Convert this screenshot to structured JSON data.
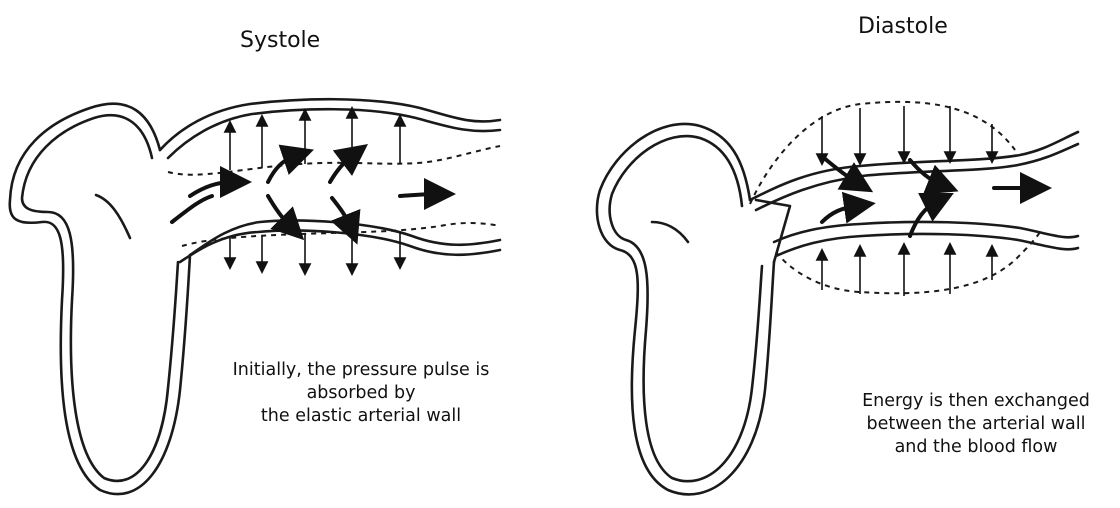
{
  "left": {
    "title": "Systole",
    "caption": [
      "Initially, the pressure pulse is",
      "absorbed by",
      "the elastic arterial wall"
    ]
  },
  "right": {
    "title": "Diastole",
    "caption": [
      "Energy is then exchanged",
      "between the arterial wall",
      "and the blood flow"
    ]
  }
}
